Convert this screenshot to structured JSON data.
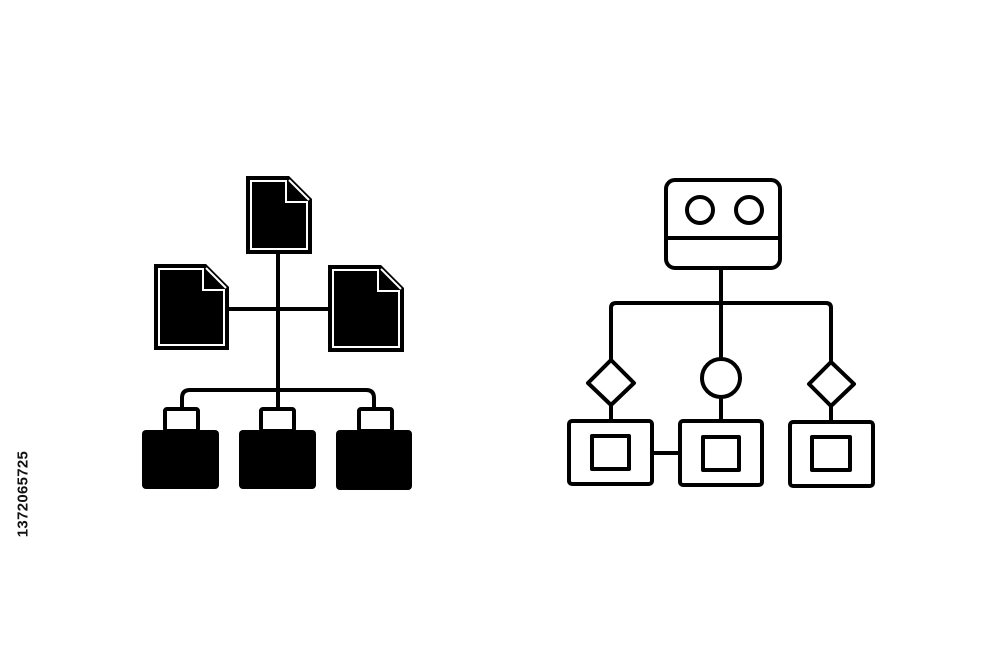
{
  "stock_id": "1372065725",
  "colors": {
    "background": "#ffffff",
    "ink": "#000000",
    "watermark": "#e9e9e9"
  },
  "icons": [
    {
      "name": "document-hierarchy-glyph-icon",
      "style": "filled"
    },
    {
      "name": "flowchart-hierarchy-outline-icon",
      "style": "outline"
    }
  ]
}
